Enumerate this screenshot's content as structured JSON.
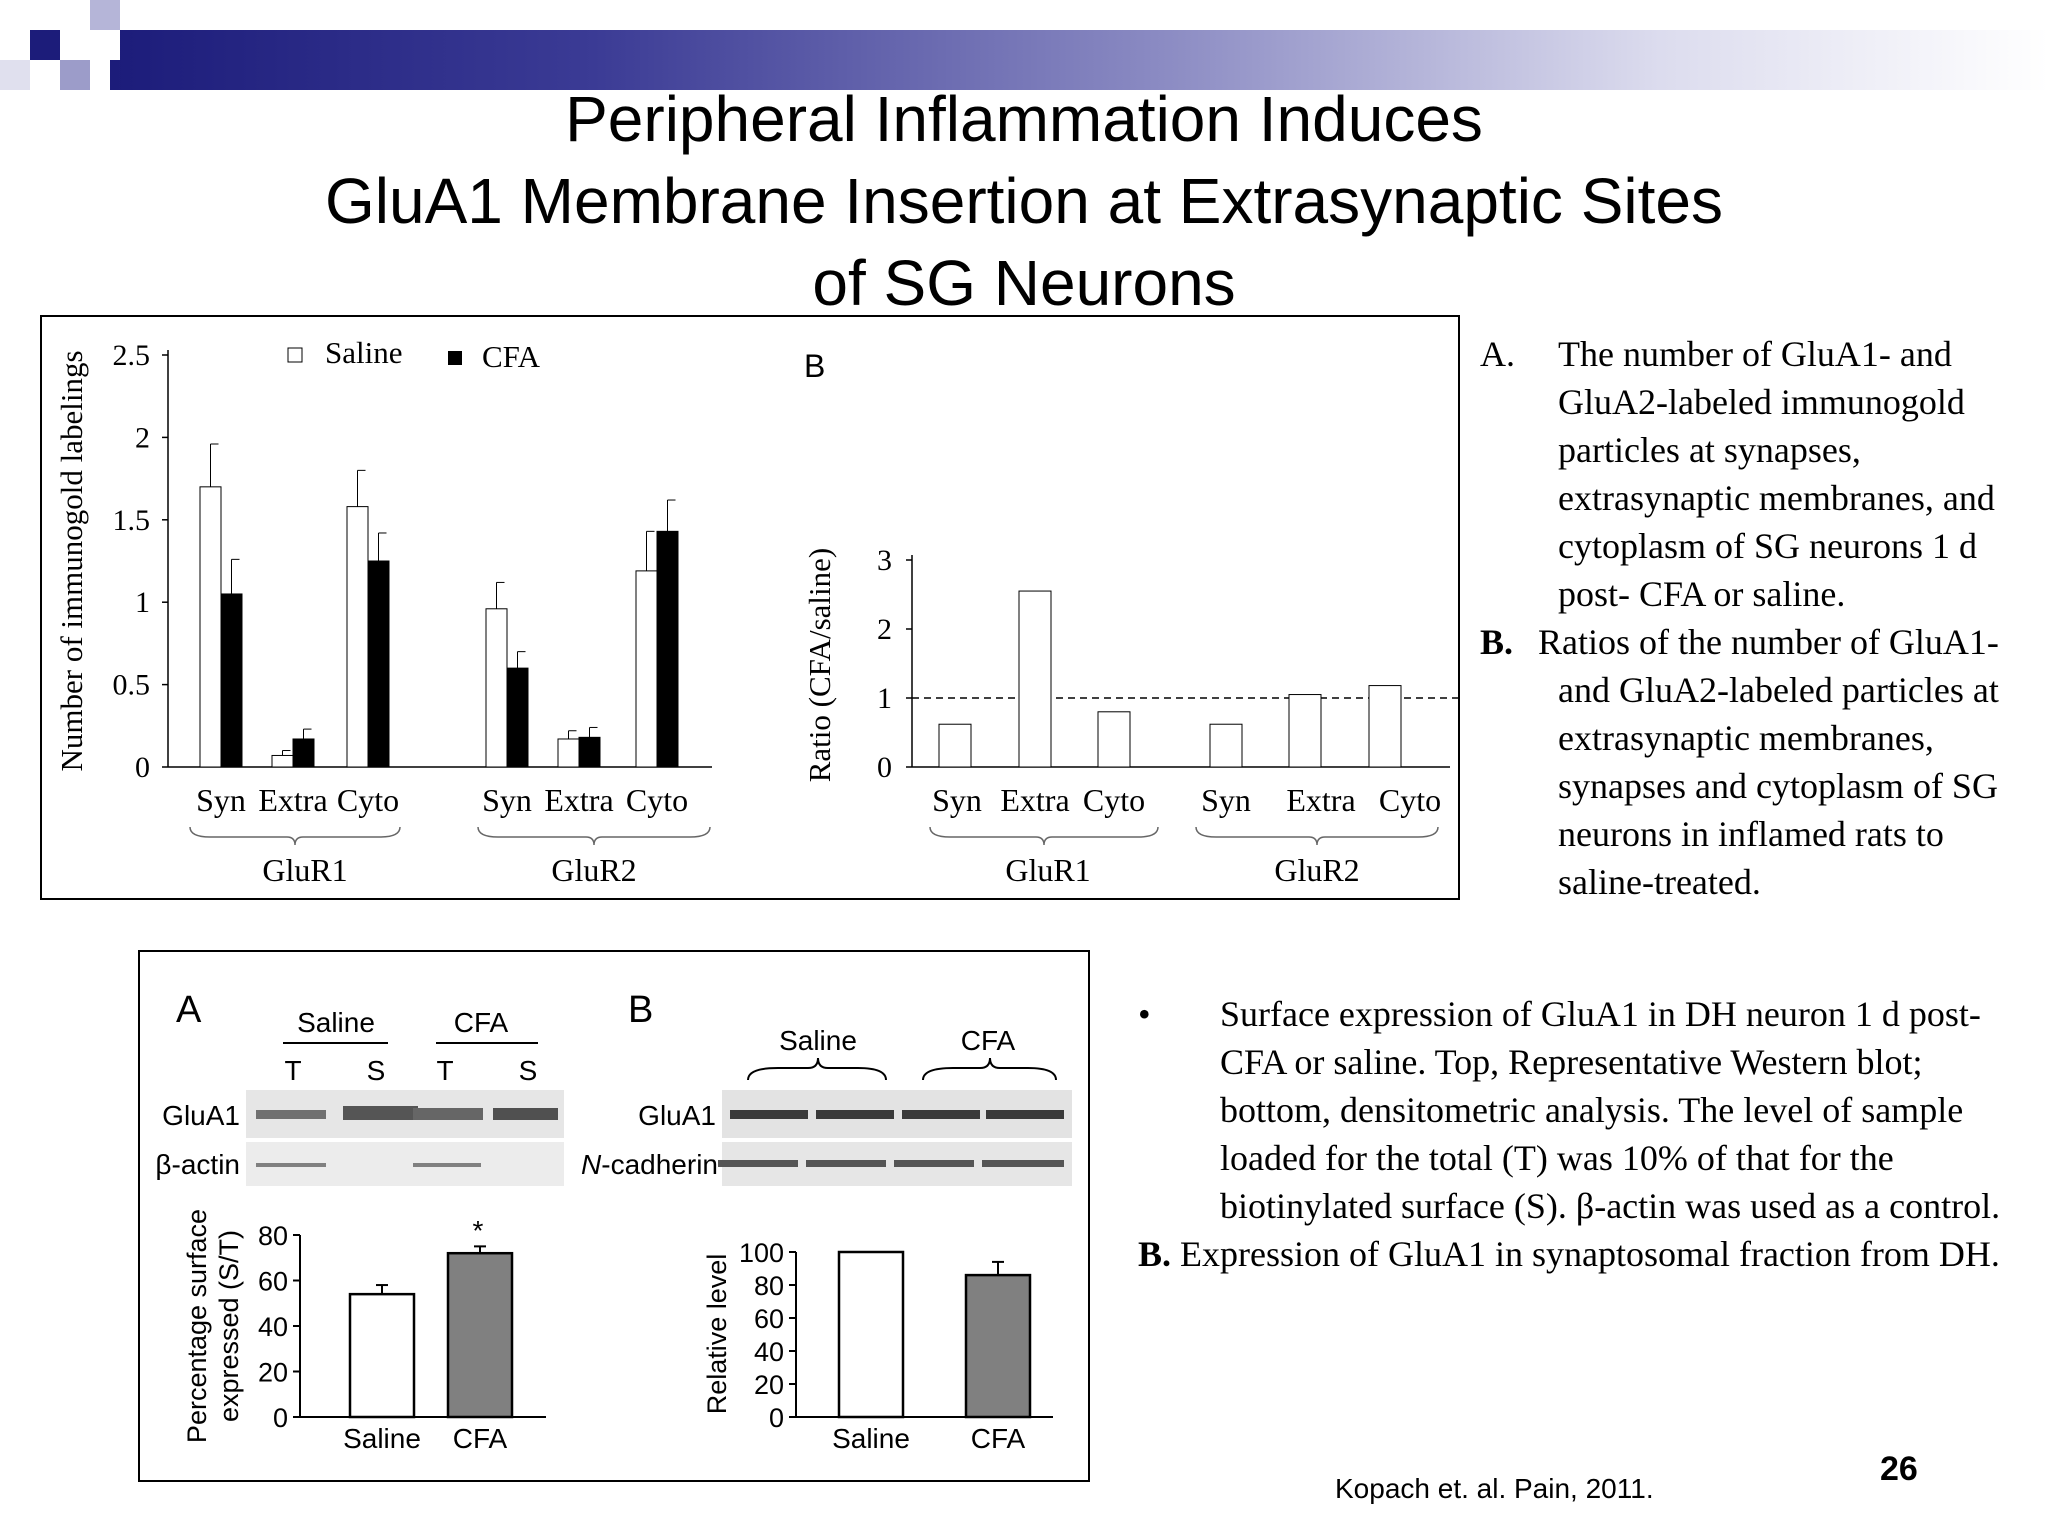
{
  "slide": {
    "title_lines": [
      "Peripheral Inflammation Induces",
      "GluA1 Membrane Insertion at Extrasynaptic Sites",
      "of SG Neurons"
    ],
    "page_number": "26",
    "citation": "Kopach et. al. Pain, 2011.",
    "colors": {
      "header_dark": "#1c1c7a",
      "header_light": "#dcdcee",
      "cfa_dark": "#000000",
      "cfa_gray": "#808080"
    }
  },
  "text_top": {
    "a_marker": "A.",
    "a_text": "The number of GluA1- and GluA2-labeled immunogold particles at synapses, extrasynaptic membranes, and cytoplasm of SG neurons 1 d post- CFA or saline.",
    "b_marker": "B.",
    "b_text": "Ratios of the number of GluA1- and GluA2-labeled particles at extrasynaptic membranes, synapses and cytoplasm of SG  neurons in inflamed rats to saline-treated."
  },
  "text_bottom": {
    "bullet": "•",
    "bullet_text": "Surface expression of GluA1 in DH neuron 1 d post-CFA or saline. Top, Representative Western blot; bottom, densitometric analysis. The level of sample loaded for the total (T) was 10% of that for the biotinylated surface (S).  β-actin was used as a control.",
    "b_marker": "B.",
    "b_text": "Expression of GluA1 in synaptosomal fraction from DH."
  },
  "blots": {
    "a_panel_label": "A",
    "b_panel_label": "B",
    "a_group_saline": "Saline",
    "a_group_cfa": "CFA",
    "a_lanes": [
      "T",
      "S",
      "T",
      "S"
    ],
    "a_row1": "GluA1",
    "a_row2": "β-actin",
    "b_group_saline": "Saline",
    "b_group_cfa": "CFA",
    "b_row1": "GluA1",
    "b_row2": "N-cadherin"
  },
  "chart_data": [
    {
      "id": "top-A",
      "type": "bar",
      "ylabel": "Number of immunogold labelings",
      "ylim": [
        0,
        2.5
      ],
      "yticks": [
        "0",
        "0.5",
        "1",
        "1.5",
        "2",
        "2.5"
      ],
      "groups": [
        "GluR1",
        "GluR2"
      ],
      "categories": [
        "Syn",
        "Extra",
        "Cyto",
        "Syn",
        "Extra",
        "Cyto"
      ],
      "series": [
        {
          "name": "Saline",
          "values": [
            1.7,
            0.07,
            1.58,
            0.96,
            0.17,
            1.19
          ],
          "errors": [
            0.26,
            0.03,
            0.22,
            0.16,
            0.05,
            0.24
          ]
        },
        {
          "name": "CFA",
          "values": [
            1.05,
            0.17,
            1.25,
            0.6,
            0.18,
            1.43
          ],
          "errors": [
            0.21,
            0.06,
            0.17,
            0.1,
            0.06,
            0.19
          ]
        }
      ]
    },
    {
      "id": "top-B",
      "type": "bar",
      "panel_label": "B",
      "ylabel": "Ratio (CFA/saline)",
      "ylim": [
        0,
        3
      ],
      "yticks": [
        "0",
        "1",
        "2",
        "3"
      ],
      "reference_line": 1,
      "groups": [
        "GluR1",
        "GluR2"
      ],
      "categories": [
        "Syn",
        "Extra",
        "Cyto",
        "Syn",
        "Extra",
        "Cyto"
      ],
      "values": [
        0.62,
        2.55,
        0.8,
        0.62,
        1.05,
        1.18
      ]
    },
    {
      "id": "bottom-A",
      "type": "bar",
      "ylabel": "Percentage surface expressed (S/T)",
      "ylabel_lines": [
        "Percentage surface",
        "expressed (S/T)"
      ],
      "ylim": [
        0,
        80
      ],
      "yticks": [
        "0",
        "20",
        "40",
        "60",
        "80"
      ],
      "categories": [
        "Saline",
        "CFA"
      ],
      "values": [
        54,
        72
      ],
      "errors": [
        4,
        3
      ],
      "annotation": "*"
    },
    {
      "id": "bottom-B",
      "type": "bar",
      "ylabel": "Relative level",
      "ylim": [
        0,
        100
      ],
      "yticks": [
        "0",
        "20",
        "40",
        "60",
        "80",
        "100"
      ],
      "categories": [
        "Saline",
        "CFA"
      ],
      "values": [
        100,
        86
      ],
      "errors": [
        0,
        8
      ]
    }
  ]
}
